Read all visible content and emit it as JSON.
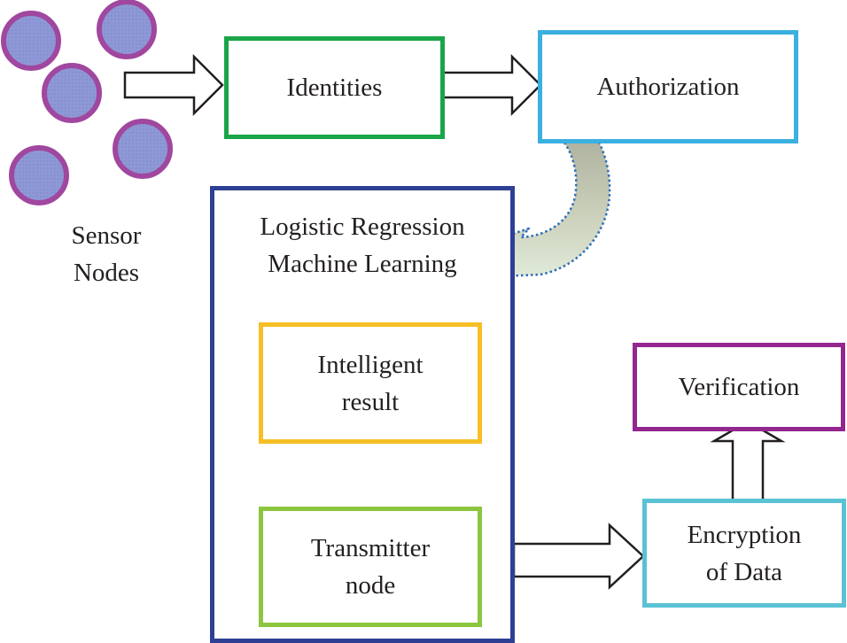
{
  "sensor": {
    "label_line1": "Sensor",
    "label_line2": "Nodes"
  },
  "nodes": {
    "identities": {
      "label": "Identities"
    },
    "authorization": {
      "label": "Authorization"
    },
    "logistic": {
      "line1": "Logistic Regression",
      "line2": "Machine Learning"
    },
    "intelligent": {
      "line1": "Intelligent",
      "line2": "result"
    },
    "transmitter": {
      "line1": "Transmitter",
      "line2": "node"
    },
    "verification": {
      "label": "Verification"
    },
    "encryption": {
      "line1": "Encryption",
      "line2": "of Data"
    }
  },
  "colors": {
    "sensor_fill": "#8f98d6",
    "sensor_ring": "#a0479f",
    "identities_border": "#1aa548",
    "authorization_border": "#3bb0e0",
    "logistic_border": "#2e3f94",
    "intelligent_border": "#f6bf26",
    "transmitter_border": "#8cc63f",
    "verification_border": "#93278f",
    "encryption_border": "#5bc2d6",
    "curved_arrow_dots": "#2b6cb8",
    "curved_arrow_dark": "#a6aa98",
    "curved_arrow_light": "#e4eedd"
  }
}
